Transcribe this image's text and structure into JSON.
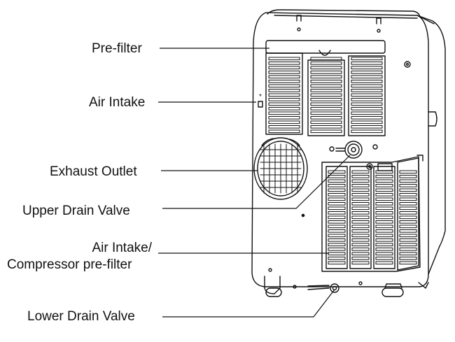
{
  "labels": {
    "pre_filter": "Pre-filter",
    "air_intake": "Air Intake",
    "exhaust_outlet": "Exhaust Outlet",
    "upper_drain_valve": "Upper Drain Valve",
    "air_intake_compressor_line1": "Air Intake/",
    "air_intake_compressor_line2": "Compressor pre-filter",
    "lower_drain_valve": "Lower Drain Valve"
  },
  "colors": {
    "line": "#111111",
    "body_fill": "#ffffff"
  }
}
